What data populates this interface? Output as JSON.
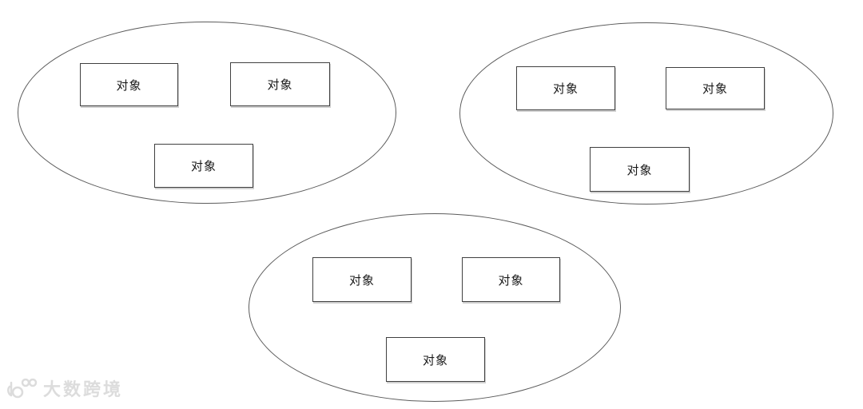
{
  "diagram": {
    "type": "grouping-diagram",
    "description": "Three ellipses, each enclosing three object boxes",
    "groups": [
      {
        "name": "ellipse-group-1",
        "boxes": [
          {
            "label": "对象"
          },
          {
            "label": "对象"
          },
          {
            "label": "对象"
          }
        ]
      },
      {
        "name": "ellipse-group-2",
        "boxes": [
          {
            "label": "对象"
          },
          {
            "label": "对象"
          },
          {
            "label": "对象"
          }
        ]
      },
      {
        "name": "ellipse-group-3",
        "boxes": [
          {
            "label": "对象"
          },
          {
            "label": "对象"
          },
          {
            "label": "对象"
          }
        ]
      }
    ],
    "colors": {
      "background": "#ffffff",
      "ellipse_stroke": "#5c5c5c",
      "box_stroke": "#404040",
      "box_fill": "#ffffff",
      "text": "#1a1a1a"
    }
  },
  "watermark": {
    "logo_icon": "100-swirl-logo",
    "text": "大数跨境",
    "color": "#dcdcdc"
  }
}
